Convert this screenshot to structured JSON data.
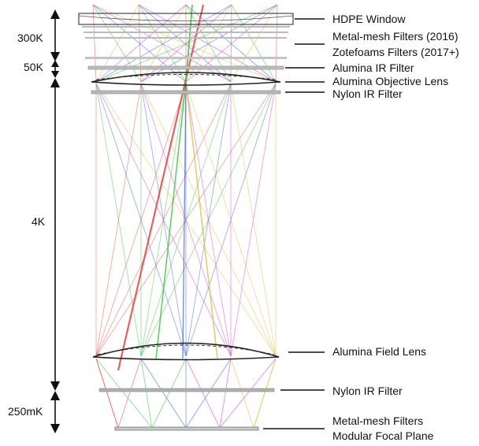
{
  "temperature_stages": [
    {
      "label": "300K"
    },
    {
      "label": "50K"
    },
    {
      "label": "4K"
    },
    {
      "label": "250mK"
    }
  ],
  "component_labels": [
    {
      "text": "HDPE Window"
    },
    {
      "text": "Metal-mesh Filters (2016)"
    },
    {
      "text": "Zotefoams Filters (2017+)"
    },
    {
      "text": "Alumina IR Filter"
    },
    {
      "text": "Alumina Objective Lens"
    },
    {
      "text": "Nylon IR Filter"
    },
    {
      "text": "Alumina Field Lens"
    },
    {
      "text": "Nylon IR Filter"
    },
    {
      "text": "Metal-mesh Filters"
    },
    {
      "text": "Modular Focal Plane"
    }
  ],
  "colors": {
    "ray_red": "#e05050",
    "ray_green": "#40c040",
    "ray_blue": "#4060d0",
    "ray_magenta": "#d040d0",
    "ray_yellow": "#d0c040",
    "element_gray": "#b0b0b0",
    "ink": "#111111"
  }
}
